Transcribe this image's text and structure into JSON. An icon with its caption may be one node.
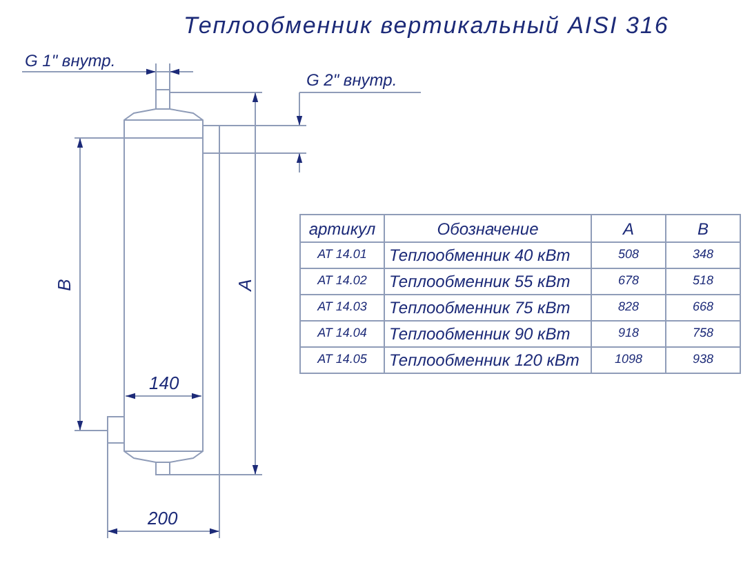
{
  "diagram": {
    "title": "Теплообменник вертикальный AISI 316",
    "labels": [
      "G 1\" внутр.",
      "G 2\" внутр.",
      "B",
      "A",
      "140",
      "200",
      "артикул",
      "Обозначение",
      "A",
      "B",
      "AT 14.01",
      "Теплообменник 40 кВт",
      "508",
      "348",
      "AT 14.02",
      "Теплообменник 55 кВт",
      "678",
      "518",
      "AT 14.03",
      "Теплообменник 75 кВт",
      "828",
      "668",
      "AT 14.04",
      "Теплообменник 90 кВт",
      "918",
      "758",
      "AT 14.05",
      "Теплообменник 120 кВт",
      "1098",
      "938"
    ]
  }
}
